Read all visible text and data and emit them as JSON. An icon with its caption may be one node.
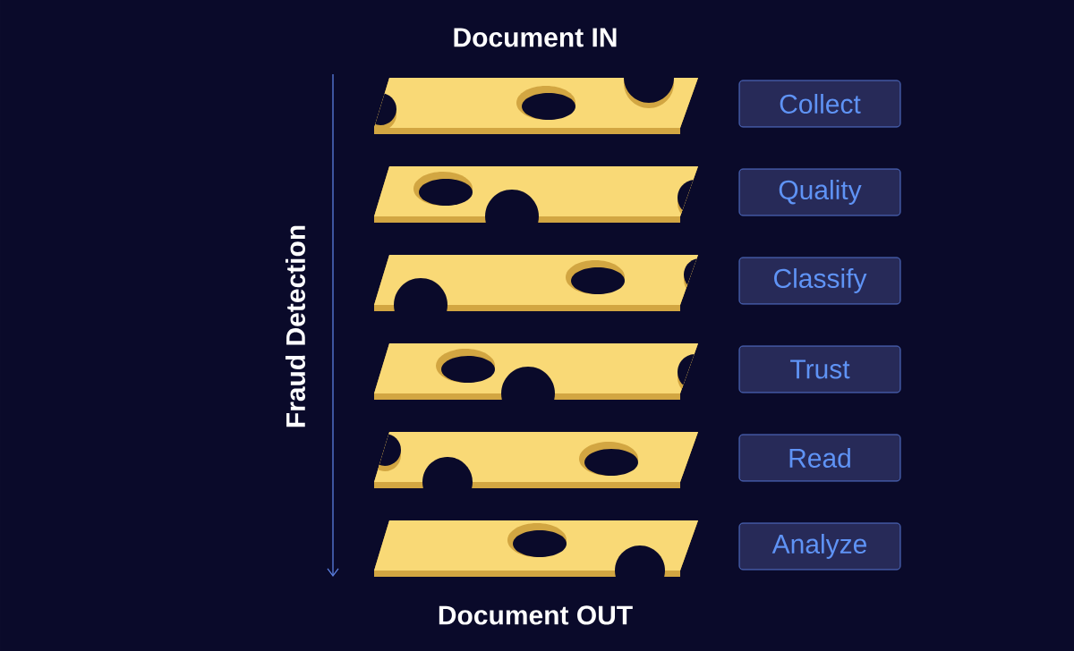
{
  "diagram": {
    "nodes": [
      {
        "text": [
          "Collect"
        ]
      },
      {
        "text": [
          "Quality"
        ]
      },
      {
        "text": [
          "Classify"
        ]
      },
      {
        "text": [
          "Trust"
        ]
      },
      {
        "text": [
          "Read"
        ]
      },
      {
        "text": [
          "Analyze"
        ]
      }
    ],
    "labels": [
      "Document IN",
      "Fraud Detection",
      "Document OUT"
    ]
  }
}
